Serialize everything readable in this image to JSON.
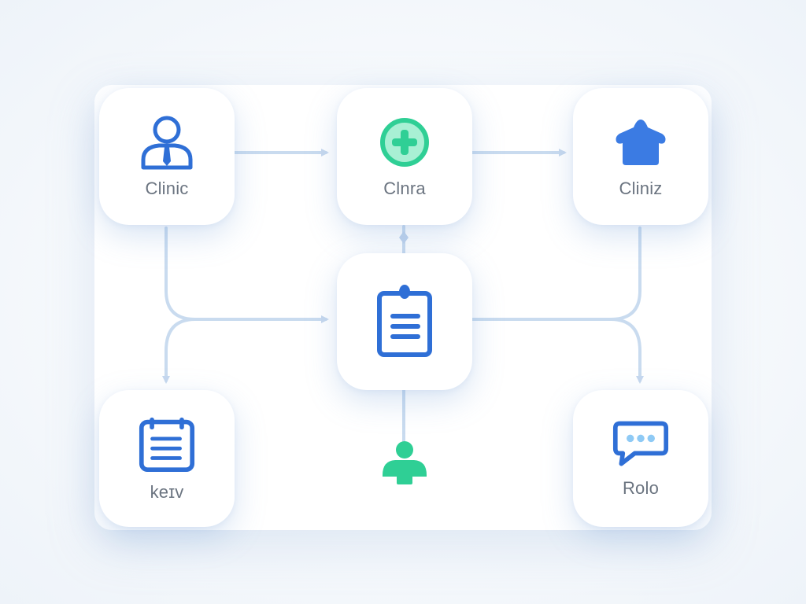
{
  "diagram": {
    "type": "flowchart",
    "colors": {
      "primary_blue": "#2f6fd6",
      "solid_blue": "#3b7be3",
      "green": "#2fcf95",
      "green_light": "#a8f0d4",
      "connector": "#c6d8ee",
      "label_text": "#6b7480",
      "card_bg": "#ffffff",
      "background": "#f4f7fb"
    },
    "nodes": [
      {
        "id": "top-left",
        "icon": "person-with-tie-icon",
        "label": "Clinic"
      },
      {
        "id": "top-center",
        "icon": "plus-circle-icon",
        "label": "Clnra"
      },
      {
        "id": "top-right",
        "icon": "house-icon",
        "label": "Cliniz"
      },
      {
        "id": "center",
        "icon": "clipboard-icon",
        "label": ""
      },
      {
        "id": "bottom-left",
        "icon": "notepad-icon",
        "label": "keɪv"
      },
      {
        "id": "bottom-center",
        "icon": "person-icon",
        "label": ""
      },
      {
        "id": "bottom-right",
        "icon": "chat-bubble-icon",
        "label": "Rolo"
      }
    ],
    "edges": [
      {
        "from": "top-left",
        "to": "top-center",
        "arrow": true
      },
      {
        "from": "top-center",
        "to": "top-right",
        "arrow": true
      },
      {
        "from": "top-center",
        "to": "center",
        "arrow": false
      },
      {
        "from": "top-left",
        "to": "center",
        "arrow": true
      },
      {
        "from": "top-left",
        "to": "bottom-left",
        "arrow": true
      },
      {
        "from": "center",
        "to": "top-right",
        "arrow": false
      },
      {
        "from": "top-right",
        "to": "bottom-right",
        "arrow": true
      },
      {
        "from": "center",
        "to": "bottom-center",
        "arrow": false
      }
    ]
  }
}
